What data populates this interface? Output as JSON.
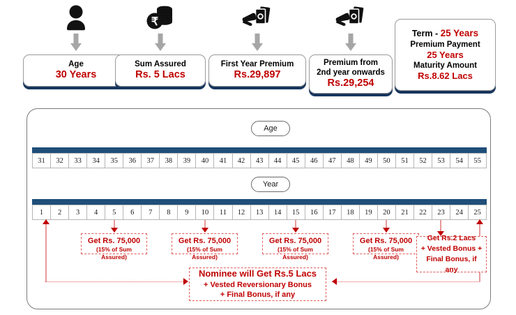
{
  "top_cards": [
    {
      "icon": "person-icon",
      "arrow": "down-arrow-icon",
      "label": "Age",
      "value": "30 Years"
    },
    {
      "icon": "rupee-coin-stack-icon",
      "arrow": "down-arrow-icon",
      "label": "Sum Assured",
      "value": "Rs. 5 Lacs"
    },
    {
      "icon": "hand-cash-icon",
      "arrow": "down-arrow-icon",
      "label": "First Year Premium",
      "value": "Rs.29,897"
    },
    {
      "icon": "hand-cash-icon",
      "arrow": "down-arrow-icon",
      "label_line1": "Premium from",
      "label_line2": "2nd year onwards",
      "value": "Rs.29,254"
    }
  ],
  "summary_card": {
    "term_label": "Term  -",
    "term_value": "25 Years",
    "premium_payment_label": "Premium Payment",
    "premium_payment_value": "25 Years",
    "maturity_label": "Maturity Amount",
    "maturity_value": "Rs.8.62 Lacs"
  },
  "panel": {
    "age_pill": "Age",
    "year_pill": "Year",
    "age_row": [
      "31",
      "32",
      "33",
      "34",
      "35",
      "36",
      "37",
      "38",
      "39",
      "40",
      "41",
      "42",
      "43",
      "44",
      "45",
      "46",
      "47",
      "48",
      "49",
      "50",
      "51",
      "52",
      "53",
      "54",
      "55"
    ],
    "year_row": [
      "1",
      "2",
      "3",
      "4",
      "5",
      "6",
      "7",
      "8",
      "9",
      "10",
      "11",
      "12",
      "13",
      "14",
      "15",
      "16",
      "17",
      "18",
      "19",
      "20",
      "21",
      "22",
      "23",
      "24",
      "25"
    ]
  },
  "callouts": [
    {
      "id": "payout-y5",
      "line1": "Get Rs. 75,000",
      "line2": "(15% of Sum Assured)",
      "year": "5"
    },
    {
      "id": "payout-y10",
      "line1": "Get Rs. 75,000",
      "line2": "(15% of Sum Assured)",
      "year": "10"
    },
    {
      "id": "payout-y15",
      "line1": "Get Rs. 75,000",
      "line2": "(15% of Sum Assured)",
      "year": "15"
    },
    {
      "id": "payout-y20",
      "line1": "Get Rs. 75,000",
      "line2": "(15% of Sum Assured)",
      "year": "20"
    }
  ],
  "maturity_callout": {
    "line1": "Get Rs.2 Lacs",
    "line2": "+ Vested Bonus +",
    "line3": "Final Bonus, if any"
  },
  "nominee_callout": {
    "line1": "Nominee will Get Rs.5 Lacs",
    "line2": "+ Vested Reversionary Bonus",
    "line3": "+ Final Bonus, if any"
  },
  "colors": {
    "red": "#C00000",
    "red_dash": "#E05A5A",
    "navy": "#1F4E79",
    "navy_shadow": "#17365D",
    "gray_border": "#9A9A9A",
    "arrow_gray": "#A6A6A6"
  }
}
